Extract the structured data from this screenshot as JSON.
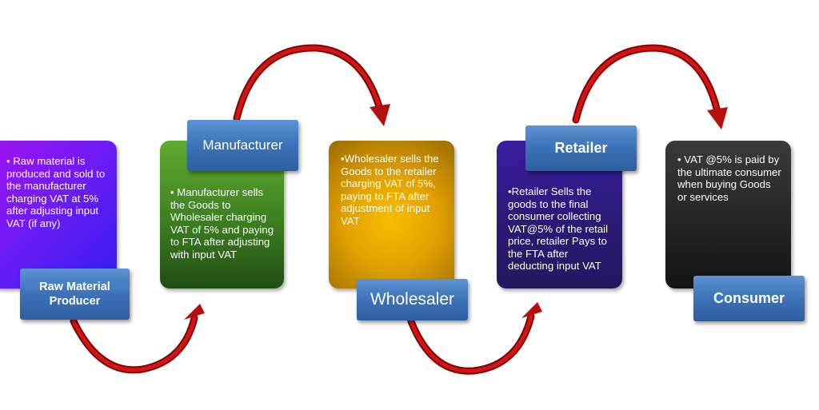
{
  "stages": [
    {
      "label": "Raw Material Producer",
      "text": "• Raw material is produced and sold to the manufacturer charging VAT at 5% after adjusting input VAT (if any)"
    },
    {
      "label": "Manufacturer",
      "text": "• Manufacturer sells the Goods to Wholesaler charging VAT of 5% and paying to FTA after adjusting with input VAT"
    },
    {
      "label": "Wholesaler",
      "text": "•Wholesaler sells the Goods to the retailer charging VAT of 5%, paying to FTA after adjustment of input VAT"
    },
    {
      "label": "Retailer",
      "text": "•Retailer Sells the goods to the final consumer collecting VAT@5% of the retail price, retailer Pays to the FTA after deducting input VAT"
    },
    {
      "label": "Consumer",
      "text": "• VAT @5% is paid by the ultimate consumer when buying Goods or services"
    }
  ],
  "colors": {
    "arrow": "#b40f0f",
    "label_box": "#3d72b8",
    "raw_box": "#6a1cf5",
    "manufacturer_box": "#3c7f1f",
    "wholesaler_box": "#e2a100",
    "retailer_box": "#2b1a75",
    "consumer_box": "#141414"
  }
}
